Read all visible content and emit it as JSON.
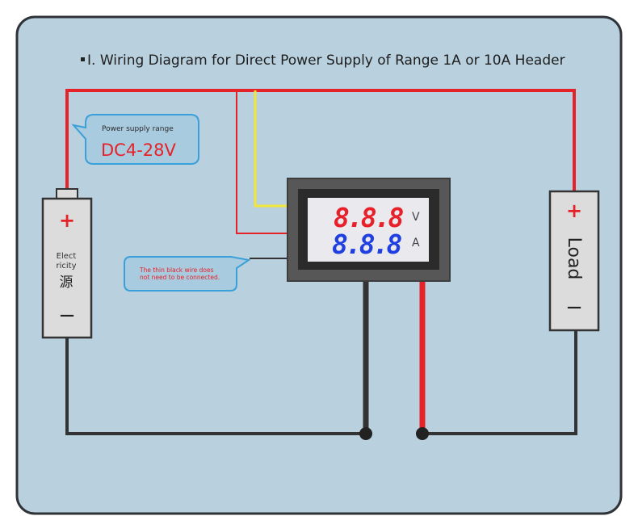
{
  "title": "I. Wiring Diagram for Direct Power Supply of Range 1A or 10A Header",
  "supply_callout": {
    "label": "Power supply range",
    "value": "DC4-28V"
  },
  "thin_wire_note": {
    "line1": "The thin black wire does",
    "line2": "not need to be connected."
  },
  "power_source": {
    "plus": "+",
    "minus": "−",
    "label_line1": "Elect",
    "label_line2": "ricity",
    "label_line3": "源"
  },
  "meter": {
    "voltage_reading": "8.8.8",
    "voltage_unit": "V",
    "current_reading": "8.8.8",
    "current_unit": "A"
  },
  "load": {
    "plus": "+",
    "minus": "−",
    "label": "Load"
  },
  "colors": {
    "panel_bg": "#b9d0de",
    "red_wire": "#e52228",
    "yellow_wire": "#f2e63a",
    "black_wire": "#333333",
    "callout_bg": "#a9cbe0",
    "callout_border": "#3aa0d9",
    "voltage_digits": "#e8202a",
    "current_digits": "#1f3fe0",
    "meter_bezel": "#575757"
  }
}
